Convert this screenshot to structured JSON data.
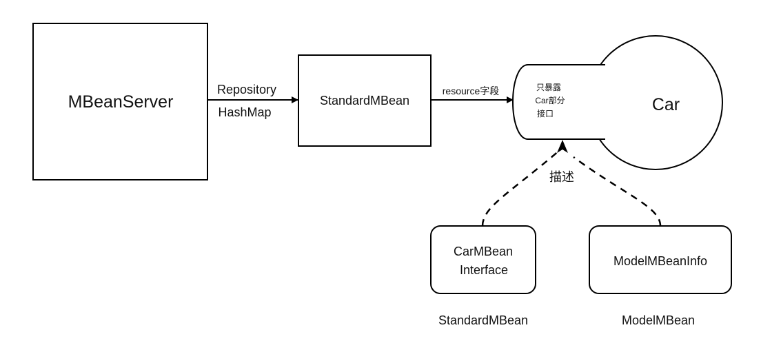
{
  "diagram": {
    "mbean_server": {
      "label": "MBeanServer"
    },
    "edge_server_to_standard": {
      "label_line1": "Repository",
      "label_line2": "HashMap"
    },
    "standard_mbean": {
      "label": "StandardMBean"
    },
    "edge_standard_to_interface": {
      "label": "resource字段"
    },
    "interface_cylinder": {
      "line1": "只暴露",
      "line2": "Car部分",
      "line3": "接口"
    },
    "car": {
      "label": "Car"
    },
    "describe": {
      "label": "描述"
    },
    "car_mbean_interface": {
      "line1": "CarMBean",
      "line2": "Interface"
    },
    "model_mbean_info": {
      "label": "ModelMBeanInfo"
    },
    "caption_standard": {
      "label": "StandardMBean"
    },
    "caption_model": {
      "label": "ModelMBean"
    }
  },
  "colors": {
    "stroke": "#000000",
    "text": "#111111",
    "background": "#ffffff"
  }
}
